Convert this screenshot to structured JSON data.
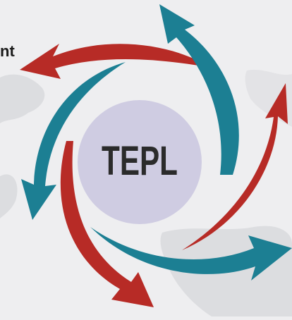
{
  "center": {
    "label": "TEPL"
  },
  "edge_text": "nt",
  "colors": {
    "background": "#eeeef0",
    "map_shape": "#dcdde0",
    "circle_fill": "#cfcce2",
    "center_text": "#2b2b2b",
    "arrow_red": "#b72b26",
    "arrow_teal": "#1c7f93"
  },
  "arrows": [
    {
      "color": "red",
      "icon": "curved-arrow-icon"
    },
    {
      "color": "teal",
      "icon": "curved-arrow-icon"
    },
    {
      "color": "red",
      "icon": "curved-arrow-icon"
    },
    {
      "color": "teal",
      "icon": "curved-arrow-icon"
    },
    {
      "color": "red",
      "icon": "curved-arrow-icon"
    },
    {
      "color": "teal",
      "icon": "curved-arrow-icon"
    }
  ]
}
